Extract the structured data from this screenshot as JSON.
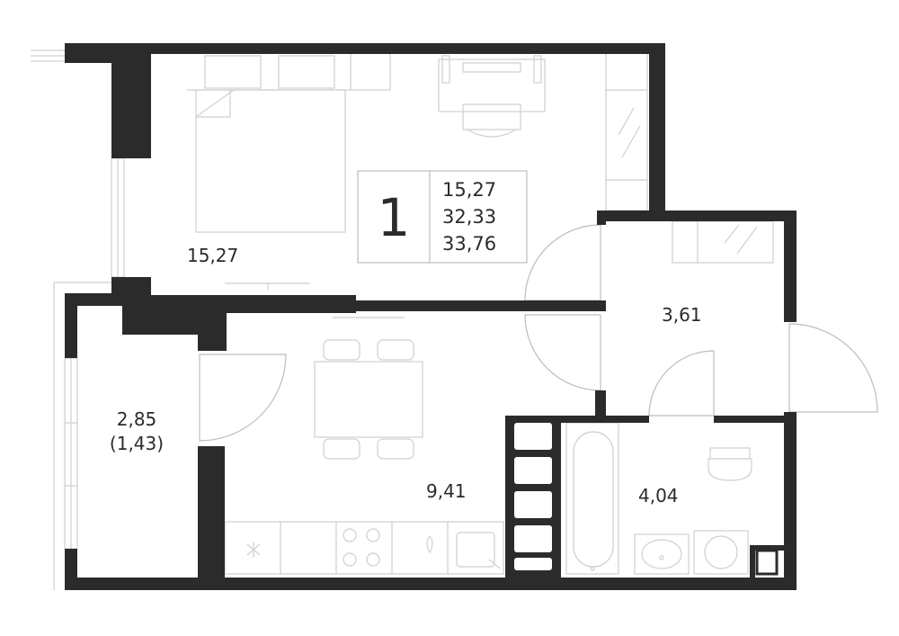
{
  "plan": {
    "wall_color": "#2b2b2b",
    "furniture_color": "#cfcfcf",
    "rooms": {
      "bedroom_area": "15,27",
      "hall_area": "3,61",
      "kitchen_area": "9,41",
      "balcony_area": "2,85",
      "balcony_reduced_area": "(1,43)",
      "bathroom_area": "4,04"
    },
    "summary": {
      "rooms_count": "1",
      "living_area": "15,27",
      "total_area": "32,33",
      "total_area_with_balcony": "33,76"
    }
  }
}
